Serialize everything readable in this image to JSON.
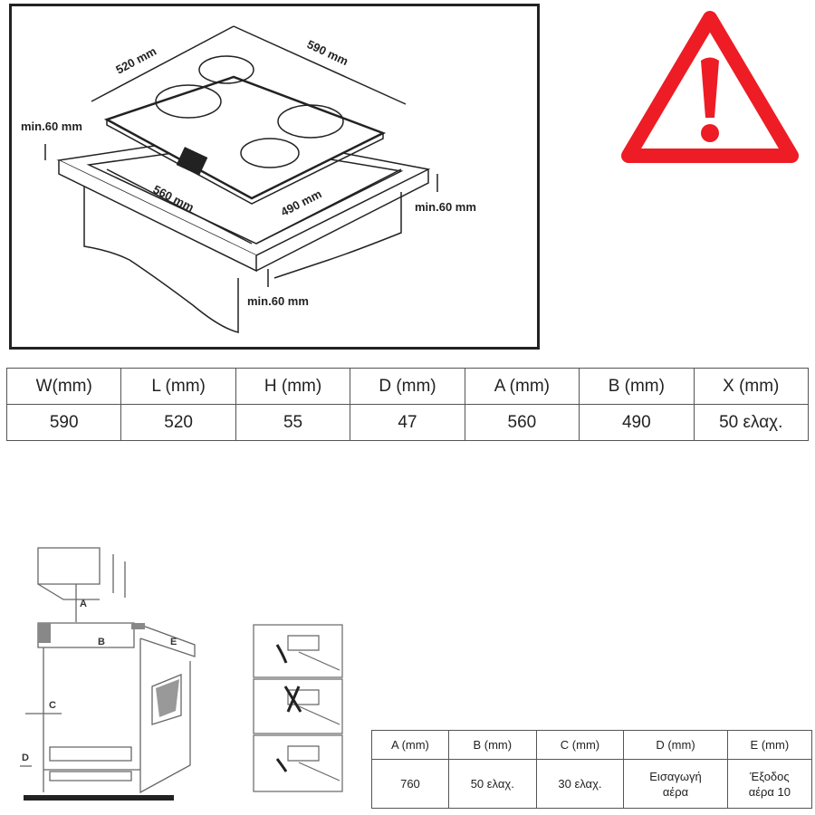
{
  "hob_figure": {
    "dim_length": "520 mm",
    "dim_width": "590 mm",
    "dim_cutout_a": "560 mm",
    "dim_cutout_b": "490 mm",
    "min_left": "min.60 mm",
    "min_right": "min.60 mm",
    "min_front": "min.60 mm"
  },
  "warning": {
    "icon": "warning-triangle-icon",
    "color": "#ee1c24"
  },
  "dimensions_table": {
    "headers": [
      "W(mm)",
      "L (mm)",
      "H (mm)",
      "D (mm)",
      "A (mm)",
      "B (mm)",
      "X (mm)"
    ],
    "values": [
      "590",
      "520",
      "55",
      "47",
      "560",
      "490",
      "50 ελαχ."
    ]
  },
  "installation_figure": {
    "labels": [
      "A",
      "B",
      "C",
      "D",
      "E"
    ]
  },
  "clearance_table": {
    "headers": [
      "A (mm)",
      "B (mm)",
      "C (mm)",
      "D (mm)",
      "E (mm)"
    ],
    "values": [
      [
        "760"
      ],
      [
        "50 ελαχ."
      ],
      [
        "30 ελαχ."
      ],
      [
        "Εισαγωγή",
        "αέρα"
      ],
      [
        "Έξοδος",
        "αέρα 10"
      ]
    ]
  }
}
